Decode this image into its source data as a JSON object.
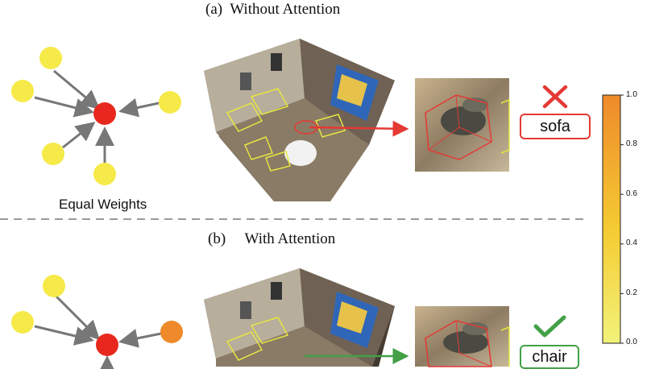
{
  "panel_a": {
    "title": "(a)  Without Attention",
    "caption": "Equal Weights",
    "prediction": "sofa",
    "result_icon": "cross-icon"
  },
  "panel_b": {
    "title": "(b)     With Attention",
    "prediction": "chair",
    "result_icon": "check-icon"
  },
  "colorbar": {
    "ticks": [
      "1.0",
      "0.8",
      "0.6",
      "0.4",
      "0.2",
      "0.0"
    ],
    "colors": {
      "low": "#f2f27a",
      "mid": "#f5cc33",
      "high": "#ef8a2a"
    }
  },
  "colors": {
    "center_node": "#e8281e",
    "neighbor_node": "#f5ea48",
    "attended_node": "#ef8a2a",
    "wrong": "#e53935",
    "right": "#43a047",
    "edge": "#777777"
  }
}
